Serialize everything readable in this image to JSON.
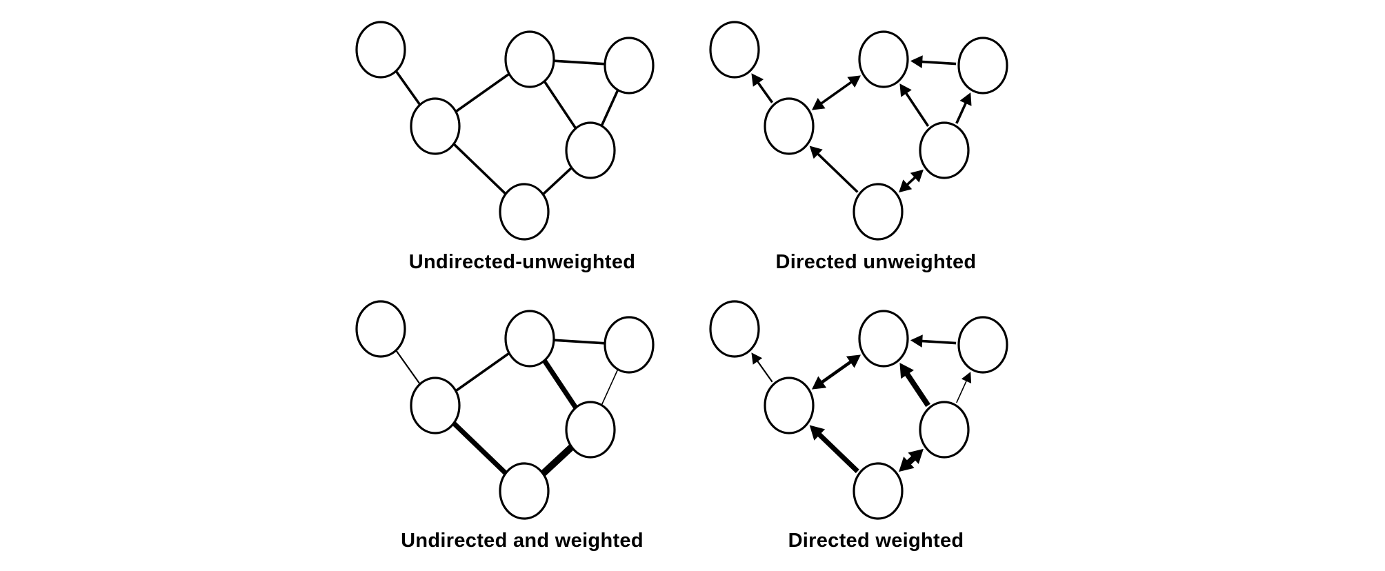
{
  "panels": [
    {
      "id": "undirected-unweighted",
      "caption": "Undirected-unweighted",
      "directed": false,
      "edges": [
        {
          "from": "A",
          "to": "B",
          "weight": 1
        },
        {
          "from": "B",
          "to": "C",
          "weight": 1
        },
        {
          "from": "C",
          "to": "D",
          "weight": 1
        },
        {
          "from": "C",
          "to": "E",
          "weight": 1
        },
        {
          "from": "D",
          "to": "E",
          "weight": 1
        },
        {
          "from": "B",
          "to": "F",
          "weight": 1
        },
        {
          "from": "E",
          "to": "F",
          "weight": 1
        }
      ]
    },
    {
      "id": "directed-unweighted",
      "caption": "Directed unweighted",
      "directed": true,
      "edges": [
        {
          "from": "B",
          "to": "A",
          "weight": 1,
          "bidirectional": false
        },
        {
          "from": "B",
          "to": "C",
          "weight": 1,
          "bidirectional": true
        },
        {
          "from": "D",
          "to": "C",
          "weight": 1,
          "bidirectional": false
        },
        {
          "from": "E",
          "to": "C",
          "weight": 1,
          "bidirectional": false
        },
        {
          "from": "E",
          "to": "D",
          "weight": 1,
          "bidirectional": false
        },
        {
          "from": "F",
          "to": "B",
          "weight": 1,
          "bidirectional": false
        },
        {
          "from": "F",
          "to": "E",
          "weight": 1,
          "bidirectional": true
        }
      ]
    },
    {
      "id": "undirected-weighted",
      "caption": "Undirected and weighted",
      "directed": false,
      "edges": [
        {
          "from": "A",
          "to": "B",
          "weight": 0.6
        },
        {
          "from": "B",
          "to": "C",
          "weight": 1
        },
        {
          "from": "C",
          "to": "D",
          "weight": 1
        },
        {
          "from": "C",
          "to": "E",
          "weight": 2
        },
        {
          "from": "D",
          "to": "E",
          "weight": 0.45
        },
        {
          "from": "B",
          "to": "F",
          "weight": 2
        },
        {
          "from": "E",
          "to": "F",
          "weight": 2.8
        }
      ]
    },
    {
      "id": "directed-weighted",
      "caption": "Directed weighted",
      "directed": true,
      "edges": [
        {
          "from": "B",
          "to": "A",
          "weight": 0.6,
          "bidirectional": false
        },
        {
          "from": "B",
          "to": "C",
          "weight": 1.3,
          "bidirectional": true
        },
        {
          "from": "D",
          "to": "C",
          "weight": 1,
          "bidirectional": false
        },
        {
          "from": "E",
          "to": "C",
          "weight": 2.2,
          "bidirectional": false
        },
        {
          "from": "E",
          "to": "D",
          "weight": 0.45,
          "bidirectional": false
        },
        {
          "from": "F",
          "to": "B",
          "weight": 2,
          "bidirectional": false
        },
        {
          "from": "F",
          "to": "E",
          "weight": 2.4,
          "bidirectional": true
        }
      ]
    }
  ]
}
